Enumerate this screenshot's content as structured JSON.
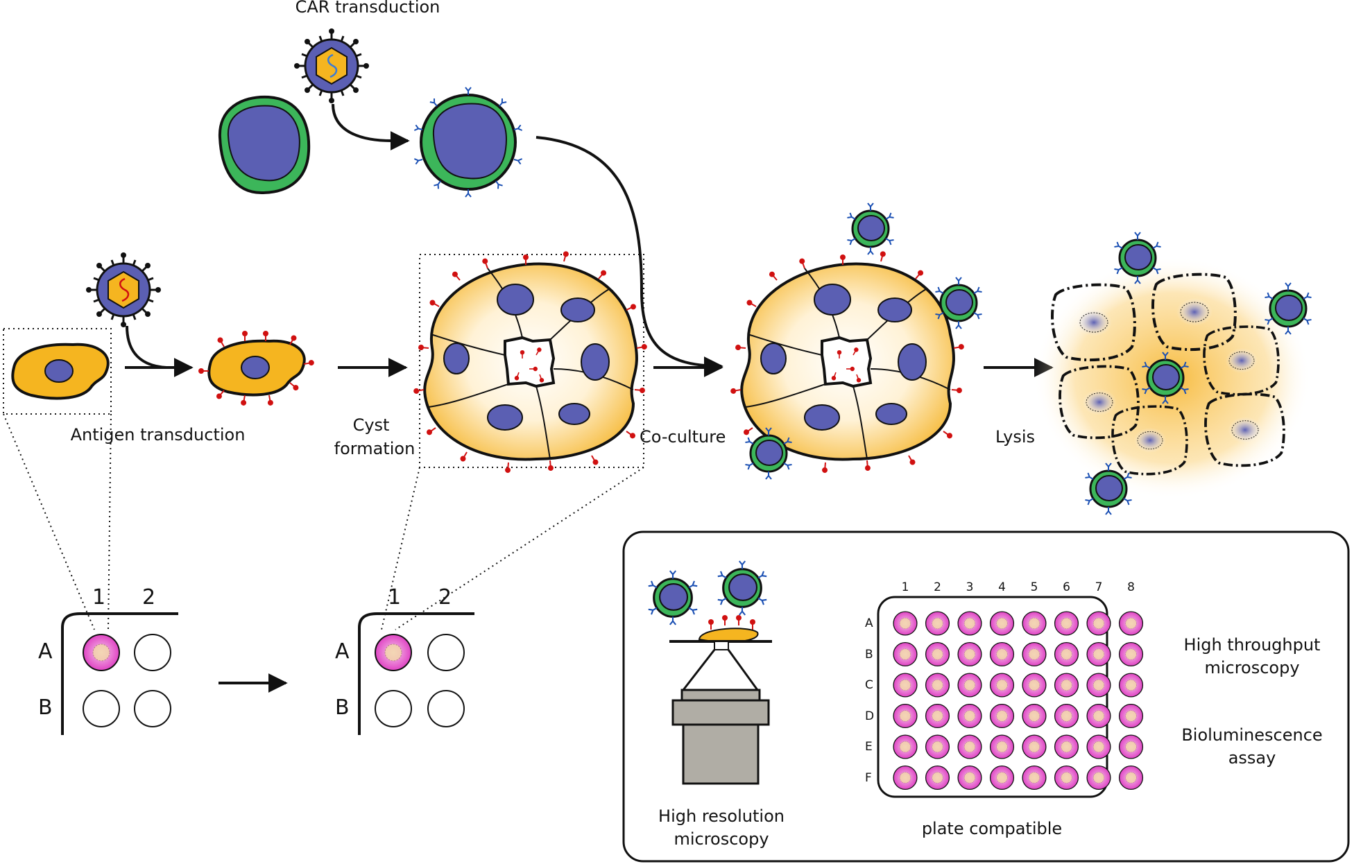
{
  "labels": {
    "car_transduction": "CAR transduction",
    "antigen_transduction": "Antigen transduction",
    "cyst_formation_1": "Cyst",
    "cyst_formation_2": "formation",
    "co_culture": "Co-culture",
    "lysis": "Lysis",
    "high_res_1": "High resolution",
    "high_res_2": "microscopy",
    "plate_compatible": "plate compatible",
    "high_throughput_1": "High throughput",
    "high_throughput_2": "microscopy",
    "biolum_1": "Bioluminescence",
    "biolum_2": "assay"
  },
  "small_plate": {
    "columns": [
      "1",
      "2"
    ],
    "rows": [
      "A",
      "B"
    ]
  },
  "large_plate": {
    "columns": [
      "1",
      "2",
      "3",
      "4",
      "5",
      "6",
      "7",
      "8"
    ],
    "rows": [
      "A",
      "B",
      "C",
      "D",
      "E",
      "F"
    ]
  },
  "colors": {
    "tcell_membrane": "#3cb65a",
    "nucleus": "#5b5fb3",
    "tumor_cell": "#f5b520",
    "antigen": "#d01010",
    "car_receptor": "#1a4fb3",
    "well_pink": "#e040c0",
    "microscope_gray": "#b0ada5"
  }
}
